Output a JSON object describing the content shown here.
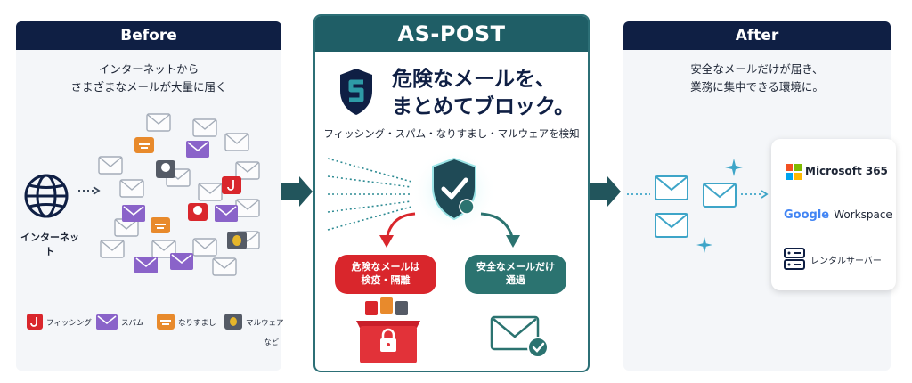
{
  "before": {
    "header": "Before",
    "lead_line1": "インターネットから",
    "lead_line2": "さまざまなメールが大量に届く",
    "internet_label": "インターネット",
    "legend": {
      "phishing": "フィッシング",
      "spam": "スパム",
      "spoofing": "なりすまし",
      "malware": "マルウェア",
      "etc": "など"
    }
  },
  "center": {
    "header": "AS-POST",
    "title_line1": "危険なメールを、",
    "title_line2": "まとめてブロック。",
    "detect_text": "フィッシング・スパム・なりすまし・マルウェアを検知",
    "danger_line1": "危険なメールは",
    "danger_line2": "検疫・隔離",
    "safe_line1": "安全なメールだけ",
    "safe_line2": "通過"
  },
  "after": {
    "header": "After",
    "lead_line1": "安全なメールだけが届き、",
    "lead_line2": "業務に集中できる環境に。",
    "brands": {
      "microsoft": "Microsoft 365",
      "google_word": "Google",
      "workspace_word": "Workspace",
      "rental": "レンタルサーバー"
    }
  },
  "colors": {
    "navy": "#0f1f44",
    "teal": "#1f5e66",
    "danger": "#d9262c",
    "safe": "#2b7370",
    "spam_purple": "#8a63c9",
    "spoof_orange": "#e88a2c",
    "malware_gray": "#555b66",
    "after_blue": "#3ea5c8"
  },
  "icons": {
    "globe": "globe-icon",
    "envelope": "envelope-icon",
    "shield": "shield-icon",
    "check": "check-icon",
    "lock": "lock-icon",
    "fishhook": "fishhook-icon",
    "skull": "skull-icon",
    "bug": "bug-icon",
    "spy": "spy-icon",
    "server": "server-icon",
    "sparkle": "sparkle-icon"
  }
}
